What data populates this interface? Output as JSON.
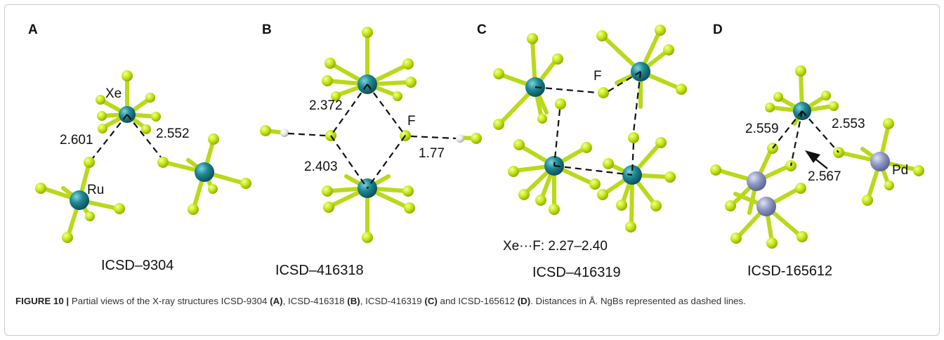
{
  "colors": {
    "ngb_atom": "#1f8a96",
    "fluorine_atom": "#c6ea16",
    "pd_atom": "#8f98c4",
    "hydrogen_atom": "#e6e6e6",
    "bond_dashed": "#111111"
  },
  "panels": [
    {
      "letter": "A",
      "code": "ICSD–9304",
      "labels": {
        "xe": "Xe",
        "ru": "Ru",
        "d1": "2.601",
        "d2": "2.552"
      }
    },
    {
      "letter": "B",
      "code": "ICSD–416318",
      "labels": {
        "d1": "2.372",
        "d2": "2.403",
        "f": "F",
        "d3": "1.77"
      }
    },
    {
      "letter": "C",
      "code": "ICSD–416319",
      "labels": {
        "f": "F",
        "note": "Xe···F: 2.27–2.40"
      }
    },
    {
      "letter": "D",
      "code": "ICSD-165612",
      "labels": {
        "d1": "2.559",
        "d2": "2.553",
        "d3": "2.567",
        "pd": "Pd"
      }
    }
  ],
  "caption": {
    "figure": "FIGURE 10 |",
    "t1": " Partial views of the X-ray structures ICSD-9304 ",
    "r1": "(A)",
    "t2": ", ICSD-416318 ",
    "r2": "(B)",
    "t3": ", ICSD-416319 ",
    "r3": "(C)",
    "t4": " and ICSD-165612 ",
    "r4": "(D)",
    "t5": ". Distances in Å. NgBs represented as dashed lines."
  }
}
